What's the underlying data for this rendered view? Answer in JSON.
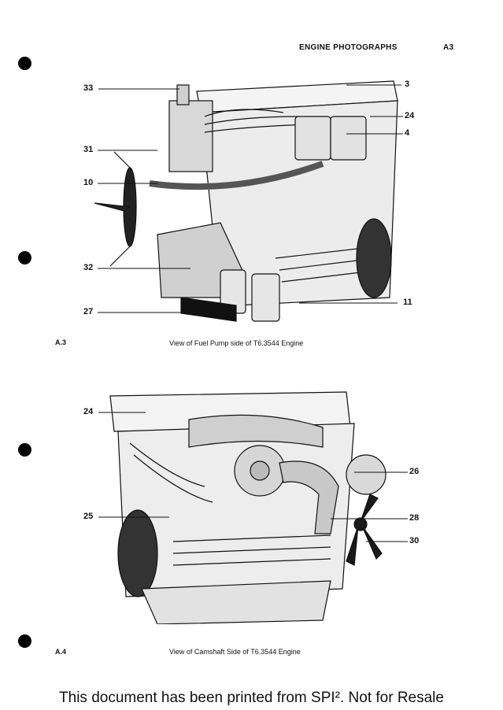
{
  "header": {
    "section": "ENGINE PHOTOGRAPHS",
    "page": "A3"
  },
  "figures": [
    {
      "number": "A.3",
      "caption": "View of Fuel Pump side of T6.3544 Engine",
      "callouts": [
        "33",
        "31",
        "10",
        "32",
        "27",
        "3",
        "24",
        "4",
        "11"
      ]
    },
    {
      "number": "A.4",
      "caption": "View of Camshaft Side of T6.3544 Engine",
      "callouts": [
        "24",
        "25",
        "26",
        "28",
        "30"
      ]
    }
  ],
  "footer": "This document has been printed from SPI². Not for Resale"
}
